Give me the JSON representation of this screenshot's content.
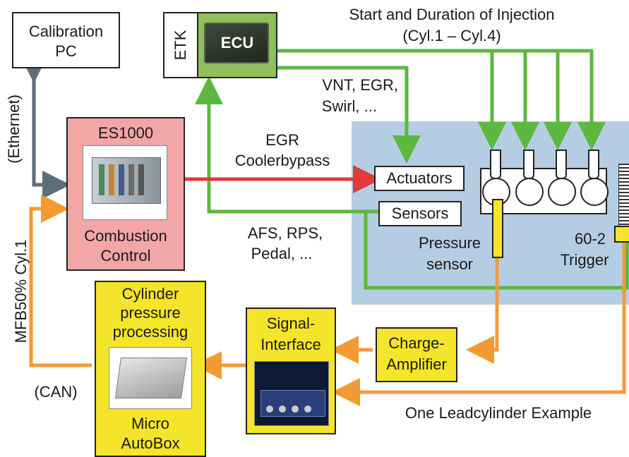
{
  "colors": {
    "engine_area": "#b5cde3",
    "es1000_fill": "#f2a6a6",
    "ecu_green": "#8fbf5a",
    "yellow_box": "#f5e52a",
    "green_line": "#5cb840",
    "orange_line": "#f39b33",
    "red_line": "#e23b3b",
    "gray_line": "#5e6e78"
  },
  "calibration_pc": {
    "line1": "Calibration",
    "line2": "PC"
  },
  "ethernet_label": "(Ethernet)",
  "etk_label": "ETK",
  "ecu_label": "ECU",
  "injection_label": {
    "line1": "Start and Duration of Injection",
    "line2": "(Cyl.1 – Cyl.4)"
  },
  "vnt_label": {
    "line1": "VNT, EGR,",
    "line2": "Swirl, ..."
  },
  "es1000": {
    "title": "ES1000",
    "line1": "Combustion",
    "line2": "Control"
  },
  "egr_label": {
    "line1": "EGR",
    "line2": "Coolerbypass"
  },
  "actuators_label": "Actuators",
  "sensors_label": "Sensors",
  "afs_label": {
    "line1": "AFS, RPS,",
    "line2": "Pedal, ..."
  },
  "pressure_label": {
    "line1": "Pressure",
    "line2": "sensor"
  },
  "trigger_label": {
    "line1": "60-2",
    "line2": "Trigger"
  },
  "mfb_label": "MFB50% Cyl.1",
  "can_label": "(CAN)",
  "cylinder_box": {
    "line1": "Cylinder",
    "line2": "pressure",
    "line3": "processing",
    "line4": "Micro",
    "line5": "AutoBox"
  },
  "signal_box": {
    "line1": "Signal-",
    "line2": "Interface"
  },
  "charge_box": {
    "line1": "Charge-",
    "line2": "Amplifier"
  },
  "leadcyl_label": "One Leadcylinder Example",
  "icons": [
    "ecu-module-icon",
    "es1000-rack-icon",
    "microautobox-icon",
    "signal-interface-icon",
    "engine-block-icon",
    "flywheel-gear-icon"
  ]
}
